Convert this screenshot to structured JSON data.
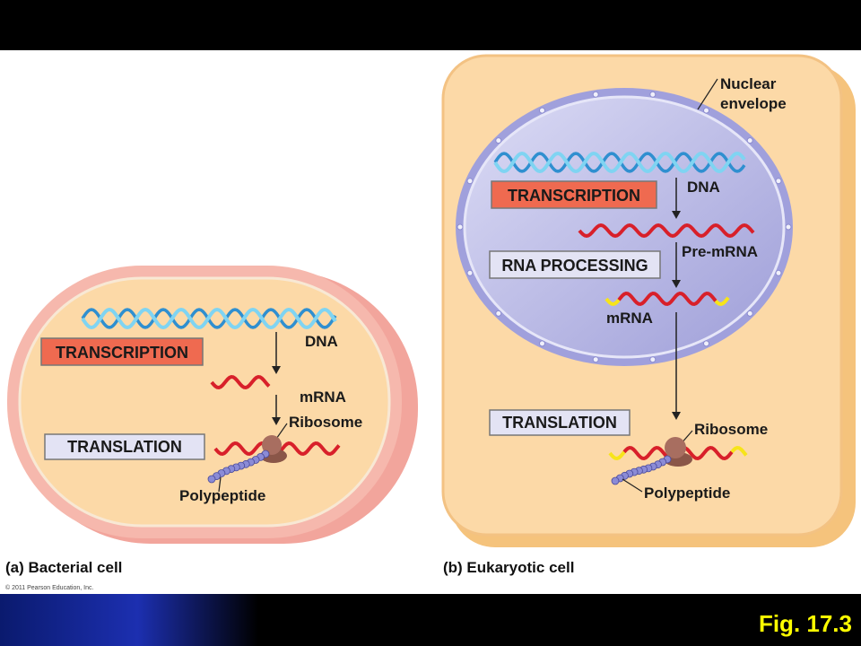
{
  "figure_label": "Fig. 17.3",
  "copyright": "© 2011 Pearson Education, Inc.",
  "bacterial": {
    "caption": "(a) Bacterial cell",
    "transcription": "TRANSCRIPTION",
    "translation": "TRANSLATION",
    "dna": "DNA",
    "mrna": "mRNA",
    "ribosome": "Ribosome",
    "polypeptide": "Polypeptide"
  },
  "eukaryotic": {
    "caption": "(b) Eukaryotic cell",
    "nuclear_envelope_line1": "Nuclear",
    "nuclear_envelope_line2": "envelope",
    "transcription": "TRANSCRIPTION",
    "rna_processing": "RNA PROCESSING",
    "translation": "TRANSLATION",
    "dna": "DNA",
    "pre_mrna": "Pre-mRNA",
    "mrna": "mRNA",
    "ribosome": "Ribosome",
    "polypeptide": "Polypeptide"
  },
  "colors": {
    "cell_fill": "#fcd9a7",
    "bacteria_wall": "#f3a9a0",
    "nucleus_fill": "#c9c9ec",
    "dna_light": "#7fd4f2",
    "dna_dark": "#2f8fd0",
    "mrna_red": "#d8202a",
    "cap_yellow": "#f7e41a",
    "transcription_box": "#ef6a50",
    "translation_box": "#e3e3f4",
    "ribosome": "#a0675a",
    "polypeptide": "#8b8bd6",
    "figure_label": "#ffff00"
  }
}
